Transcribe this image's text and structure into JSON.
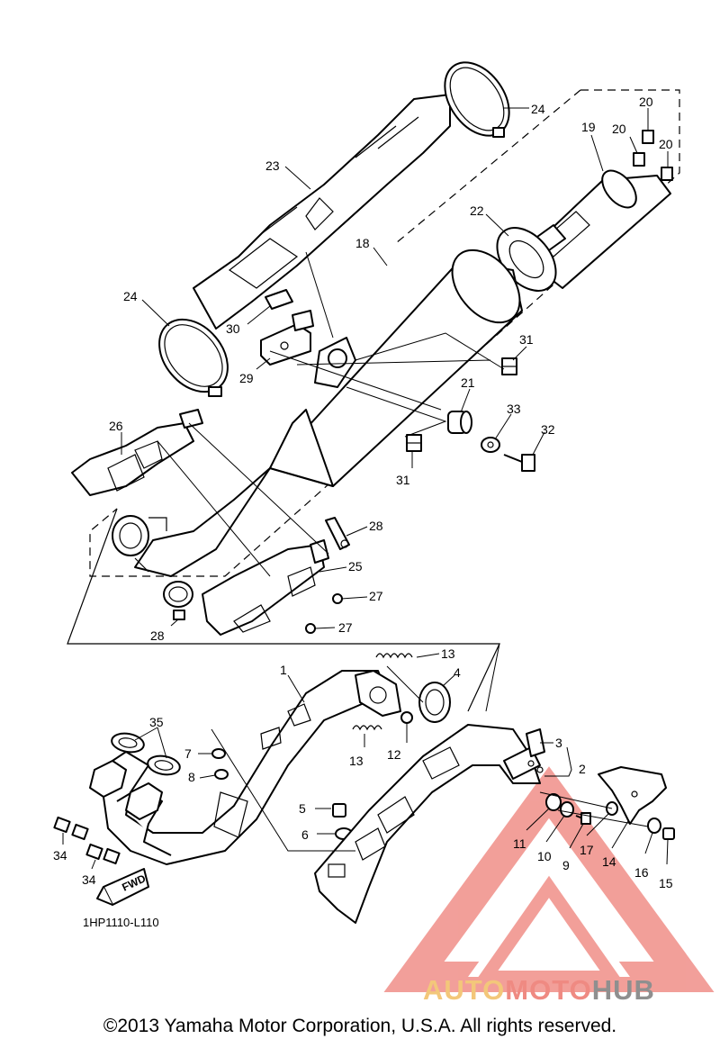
{
  "diagram": {
    "part_code": "1HP1110-L110",
    "direction_label": "FWD",
    "callouts": [
      "1",
      "2",
      "3",
      "4",
      "5",
      "6",
      "7",
      "8",
      "9",
      "10",
      "11",
      "12",
      "13",
      "13",
      "14",
      "15",
      "16",
      "17",
      "18",
      "19",
      "20",
      "20",
      "20",
      "21",
      "22",
      "23",
      "24",
      "24",
      "25",
      "26",
      "27",
      "27",
      "28",
      "28",
      "29",
      "30",
      "31",
      "31",
      "32",
      "33",
      "34",
      "34",
      "35"
    ]
  },
  "watermark": {
    "part1": "AUTO",
    "part2": "MOTO",
    "part3": "HUB",
    "colors": {
      "auto": "#f3c77a",
      "moto": "#ef8a82",
      "hub": "#8f8f8f",
      "triangle": "#ee7f78"
    }
  },
  "footer": {
    "copyright": "©2013 Yamaha Motor Corporation, U.S.A. All rights reserved."
  }
}
